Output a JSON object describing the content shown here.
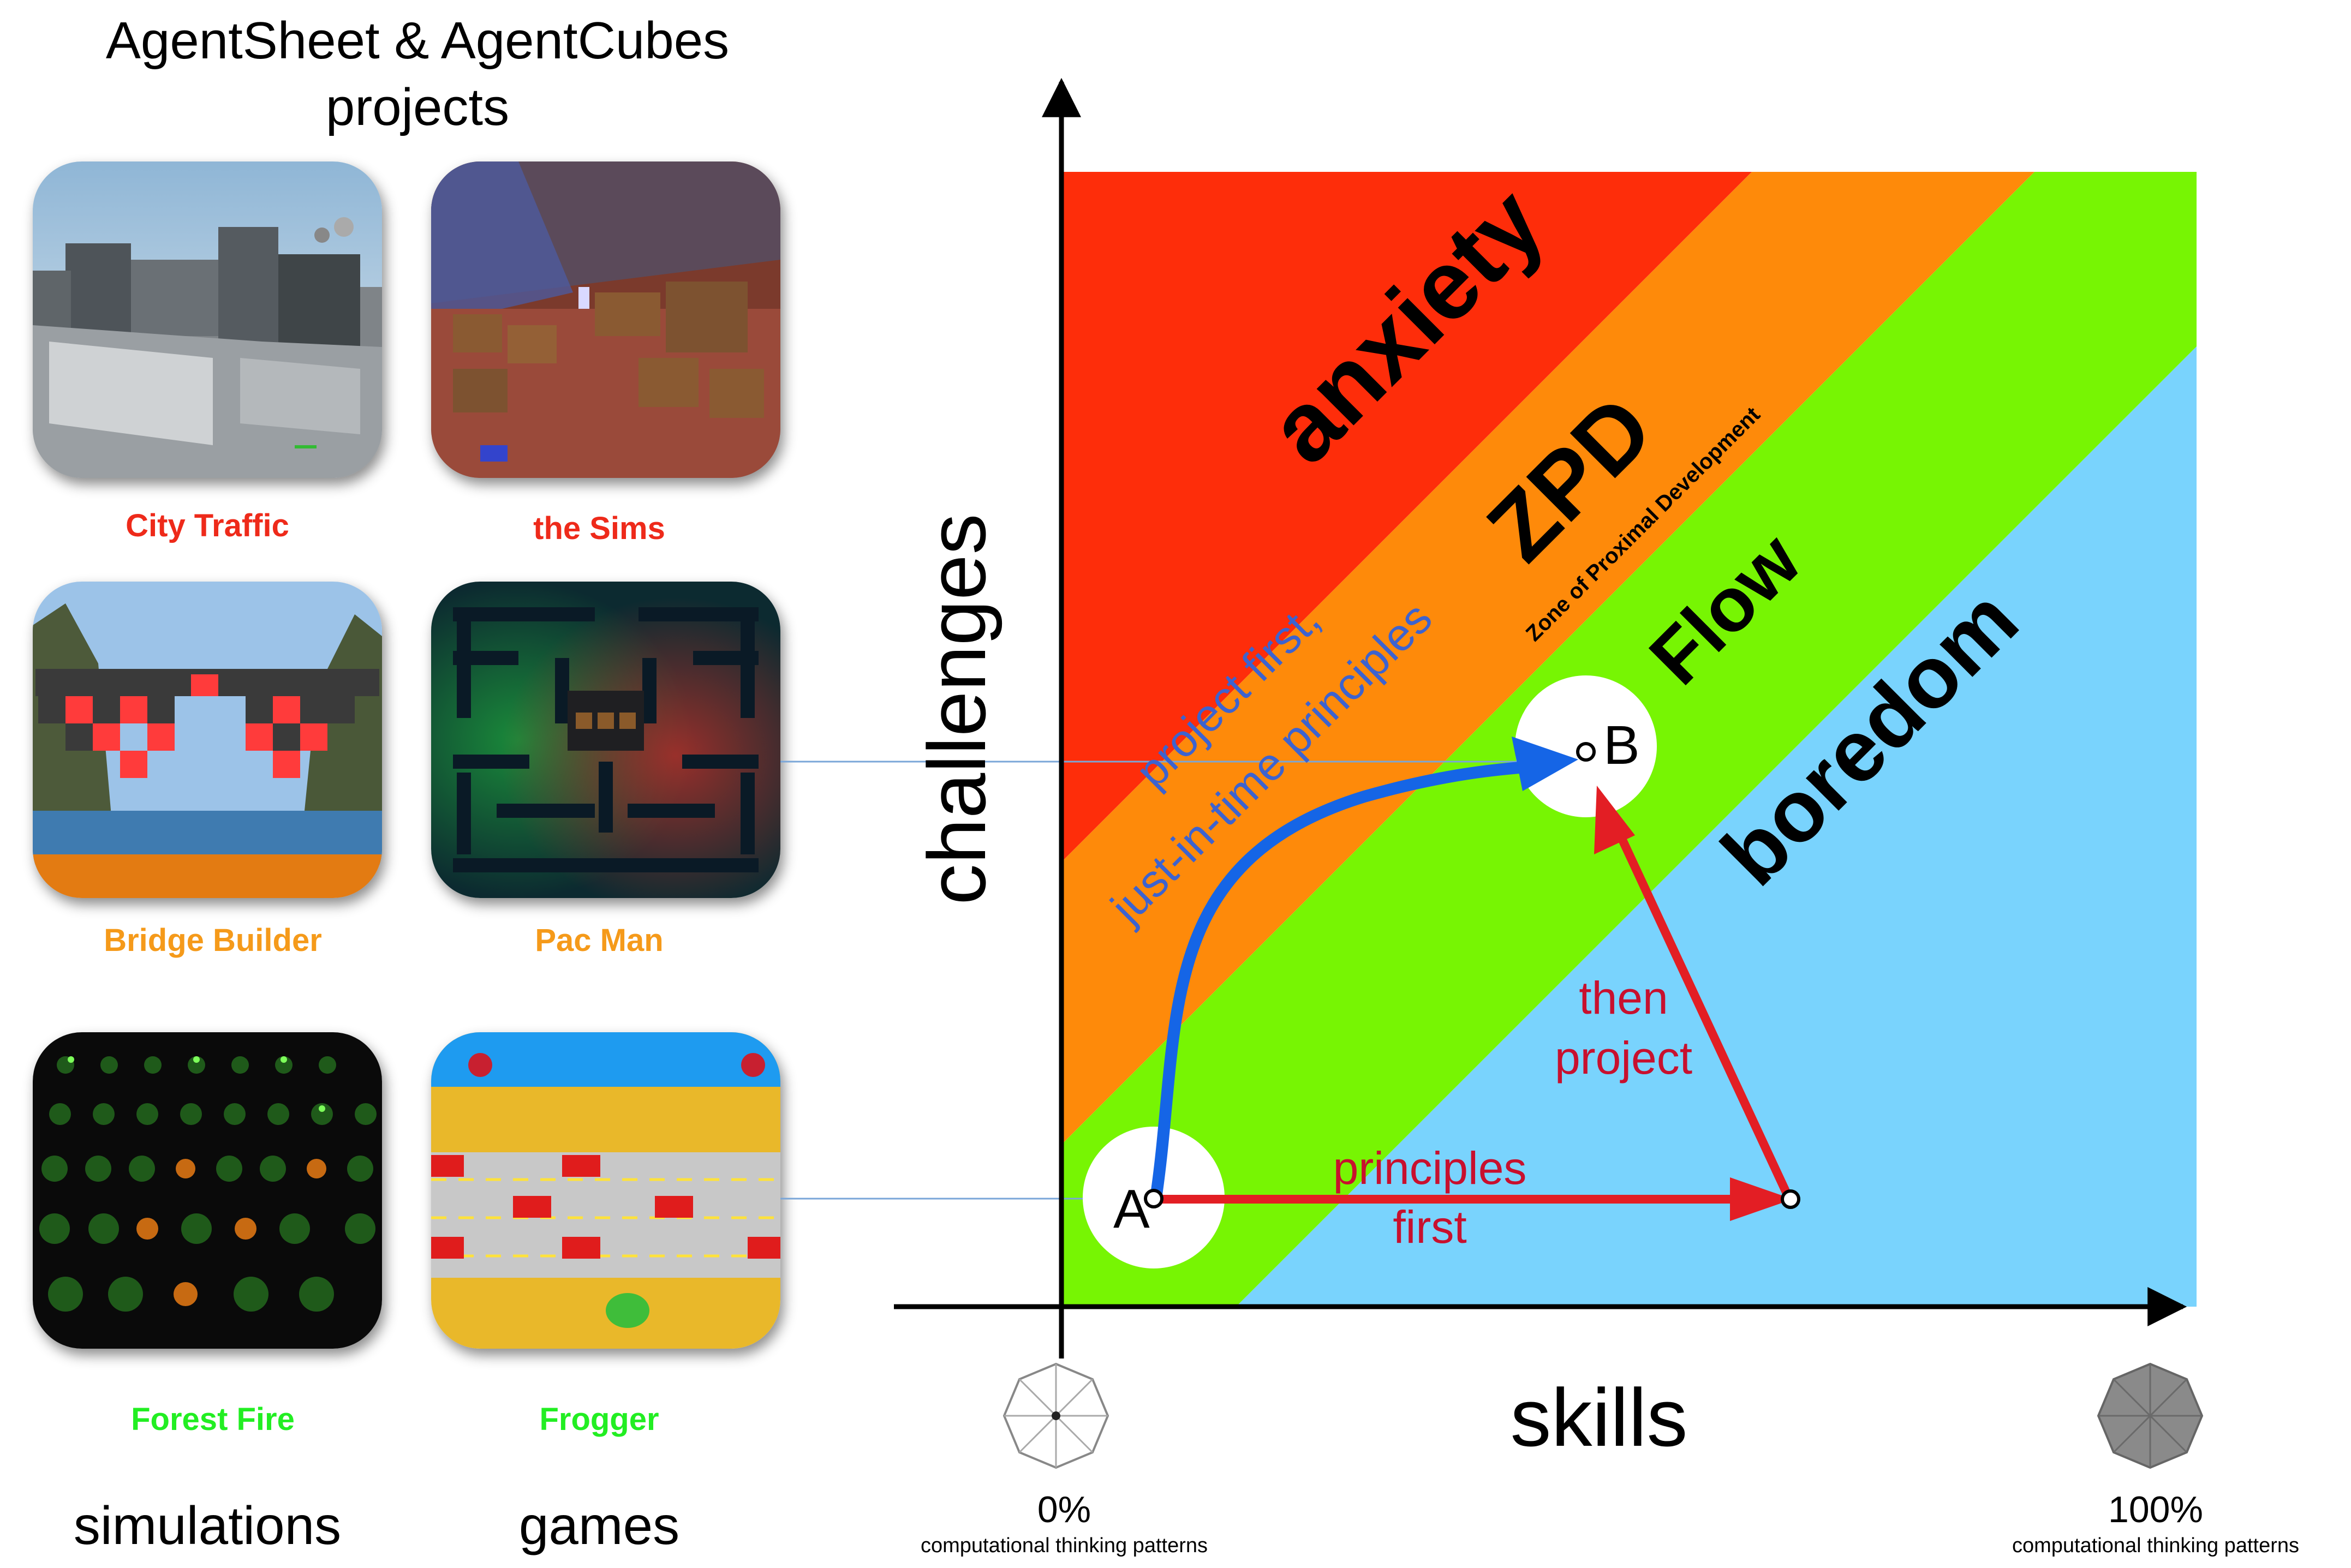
{
  "left_panel": {
    "title_line1": "AgentSheet & AgentCubes",
    "title_line2": "projects",
    "projects": [
      {
        "name": "City Traffic",
        "color": "#ee2a1a"
      },
      {
        "name": "the Sims",
        "color": "#ee2a1a"
      },
      {
        "name": "Bridge Builder",
        "color": "#f59a1a"
      },
      {
        "name": "Pac Man",
        "color": "#f59a1a"
      },
      {
        "name": "Forest Fire",
        "color": "#22ee22"
      },
      {
        "name": "Frogger",
        "color": "#22ee22"
      }
    ],
    "categories": [
      "simulations",
      "games"
    ]
  },
  "diagram": {
    "y_axis_label": "challenges",
    "x_axis_label": "skills",
    "zones": [
      {
        "label": "anxiety",
        "color": "#fe2d0a"
      },
      {
        "label": "ZPD",
        "sublabel": "Zone of Proximal Development",
        "color": "#fe8a0a"
      },
      {
        "label": "Flow",
        "color": "#77f503"
      },
      {
        "label": "boredom",
        "color": "#79d3fd"
      }
    ],
    "points": {
      "a": "A",
      "b": "B"
    },
    "paths": {
      "blue_line1": "project first,",
      "blue_line2": "just-in-time principles",
      "red_up_line1": "then",
      "red_up_line2": "project",
      "red_right_line1": "principles",
      "red_right_line2": "first"
    },
    "arrow_colors": {
      "blue": "#1565e6",
      "red": "#e31e24",
      "red_text": "#c8102e",
      "blue_text": "#3d63cf"
    },
    "left_marker": {
      "percent": "0%",
      "caption": "computational thinking patterns"
    },
    "right_marker": {
      "percent": "100%",
      "caption": "computational thinking patterns"
    }
  }
}
